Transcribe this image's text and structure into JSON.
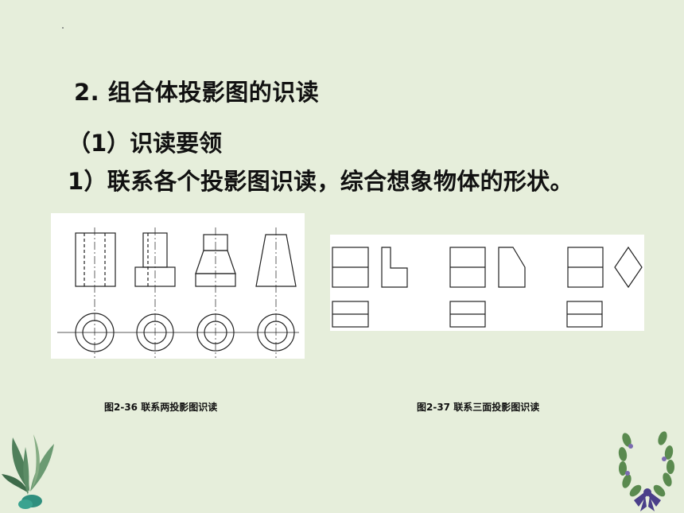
{
  "heading": "2. 组合体投影图的识读",
  "subheading": "（1）识读要领",
  "point": "1）联系各个投影图识读，综合想象物体的形状。",
  "figures": {
    "left_caption": "图2-36  联系两投影图识读",
    "right_caption": "图2-37  联系三面投影图识读"
  },
  "colors": {
    "background": "#e6eedb",
    "figure_background": "#ffffff",
    "line": "#222222"
  }
}
